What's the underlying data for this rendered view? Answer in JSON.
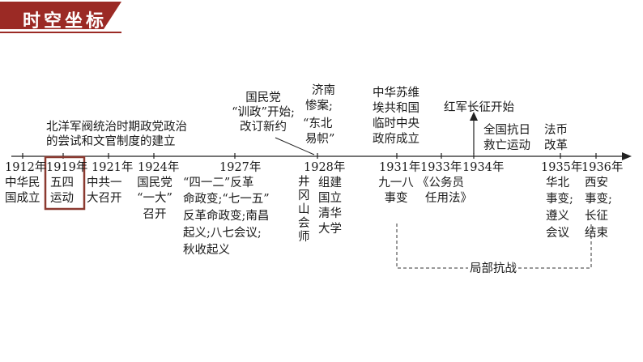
{
  "header": {
    "title": "时空坐标"
  },
  "axis_labels": {
    "beiyang": [
      "北洋军阀统治时期政党政治",
      "的尝试和文官制度的建立"
    ],
    "local_war": "局部抗战"
  },
  "years": [
    "1912年",
    "1919年",
    "1921年",
    "1924年",
    "1927年",
    "1928年",
    "1931年",
    "1933年",
    "1934年",
    "1935年",
    "1936年"
  ],
  "above_events": {
    "guomindang": [
      "国民党",
      "“训政”开始;",
      "改订新约"
    ],
    "jinan": [
      "济南",
      "惨案;",
      "“东北",
      "易帜”"
    ],
    "soviet": [
      "中华苏维",
      "埃共和国",
      "临时中央",
      "政府成立"
    ],
    "long_march_start": "红军长征开始",
    "anti_japan": [
      "全国抗日",
      "救亡运动"
    ],
    "currency": [
      "法币",
      "改革"
    ]
  },
  "below_events": {
    "e1912": [
      "中华民",
      "国成立"
    ],
    "e1919": [
      "五四",
      "运动"
    ],
    "e1921": [
      "中共一",
      "大召开"
    ],
    "e1924": [
      "国民党",
      "“一大”",
      "召开"
    ],
    "e1927": [
      "“四一二”反革",
      "命政变;“七一五”",
      "反革命政变;南昌",
      "起义;八七会议;",
      "秋收起义"
    ],
    "e1928a": [
      "井",
      "冈",
      "山",
      "会",
      "师"
    ],
    "e1928b": [
      "组建",
      "国立",
      "清华",
      "大学"
    ],
    "e1931": [
      "九一八",
      "事变"
    ],
    "e1933": [
      "《公务员",
      "任用法》"
    ],
    "e1935": [
      "华北",
      "事变;",
      "遵义",
      "会议"
    ],
    "e1936": [
      "西安",
      "事变;",
      "长征",
      "结束"
    ]
  },
  "colors": {
    "accent": "#9b2a25",
    "box": "#8b3a30",
    "axis": "#222222"
  }
}
